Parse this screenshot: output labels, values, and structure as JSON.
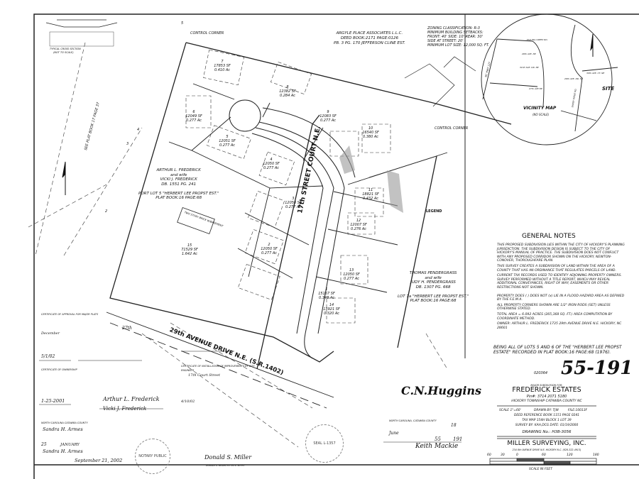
{
  "file_number": "020364",
  "plat_number": "55-191",
  "title_block": {
    "header": "MAJOR SUBDIVISION FOR:",
    "name": "FREDERICK ESTATES",
    "pin": "Pin#: 3714 2071 5180",
    "location": "HICKORY TOWNSHIP   CATAWBA COUNTY NC",
    "scale": "SCALE 1\"=60'",
    "drawn_by": "DRAWN BY: TJW",
    "file": "FILE:10013F",
    "deed_reference": "DEED REFERENCE  BOOK 1151  PAGE 0241",
    "tax_map": "TAX MAP 154H  BLOCK 1  LOT 39",
    "survey_by": "SURVEY BY: KAH,DCG  DATE: 01/19/2000",
    "drawing_no": "DRAWING No.: H3B-3056",
    "company": "MILLER SURVEYING, INC.",
    "company_address": "234 8th AVENUE DRIVE N.E. HICKORY N.C. (828-322-4913)",
    "scale_bar_ticks": [
      "60",
      "30",
      "0",
      "60",
      "120",
      "180"
    ],
    "scale_caption": "SCALE IN FEET"
  },
  "zoning": [
    "ZONING CLASSIFICATION: R-3",
    "MINIMUM BUILDING SETBACKS:",
    "FRONT: 40'  SIDE: 10'  REAR: 30'",
    "SIDE AT STREET: 20'",
    "MINIMUM LOT SIZE: 12,000 SQ. FT."
  ],
  "vicinity_map": {
    "title": "VICINITY MAP",
    "subtitle": "(NO SCALE)",
    "site_label": "SITE",
    "roads": [
      "FALLING CREEK RD.",
      "29th AVE. NE",
      "31ST AVE. DR. NE",
      "NC HWY 127",
      "27th AVE NE",
      "30th AVE. CT. NE",
      "26th AVE. DR. NE",
      "SANDY RIDGE RD."
    ]
  },
  "adjoiners": [
    {
      "lines": [
        "ARGYLE PLACE ASSOCIATES L.L.C.",
        "DEED BOOK:2171 PAGE:0126",
        "PB. 3 PG. 170 JEFFERSON CLINE EST."
      ]
    },
    {
      "lines": [
        "ARTHUR L. FREDERICK",
        "and wife",
        "VICKI J. FREDERICK",
        "DB. 1551 PG. 241",
        "",
        "PORT LOT 5 \"HERBERT LEE PROPST EST.\"",
        "PLAT BOOK:16 PAGE:68"
      ]
    },
    {
      "lines": [
        "THOMAS PENDERGRASS",
        "and wife",
        "JUDY H. PENDERGRASS",
        "DB. 1307 PG. 668",
        "",
        "LOT 7a \"HERBERT LEE PROPST EST.\"",
        "PLAT BOOK:16 PAGE:68"
      ]
    }
  ],
  "streets": {
    "court": "17th STREET COURT N.E.",
    "avenue": "29th AVENUE DRIVE N.E. (S.R.1402)"
  },
  "labels": {
    "control_corner": "CONTROL CORNER",
    "existing_house": "TWO STORY BRICK W/BASEMENT",
    "typical_section": "TYPICAL CROSS SECTION",
    "not_to_scale": "(NOT TO SCALE)",
    "lot_numbers_left": [
      "5",
      "4",
      "3",
      "2"
    ],
    "see_plat": "SEE PLAT BOOK 17 PAGE 37"
  },
  "lots": [
    {
      "no": "1",
      "sf": "15167 SF",
      "ac": "0.348 Ac"
    },
    {
      "no": "2",
      "sf": "12050 SF",
      "ac": "0.277 Ac"
    },
    {
      "no": "3",
      "sf": "12050 SF",
      "ac": "0.277 Ac"
    },
    {
      "no": "4",
      "sf": "12050 SF",
      "ac": "0.277 Ac"
    },
    {
      "no": "5",
      "sf": "12051 SF",
      "ac": "0.277 Ac"
    },
    {
      "no": "6",
      "sf": "12049 SF",
      "ac": "0.277 Ac"
    },
    {
      "no": "7",
      "sf": "17853 SF",
      "ac": "0.410 Ac"
    },
    {
      "no": "8",
      "sf": "12382 SF",
      "ac": "0.284 Ac"
    },
    {
      "no": "9",
      "sf": "12083 SF",
      "ac": "0.277 Ac"
    },
    {
      "no": "10",
      "sf": "16540 SF",
      "ac": "0.380 Ac"
    },
    {
      "no": "11",
      "sf": "18821 SF",
      "ac": "0.432 Ac"
    },
    {
      "no": "12",
      "sf": "12007 SF",
      "ac": "0.276 Ac"
    },
    {
      "no": "13",
      "sf": "12050 SF",
      "ac": "0.277 Ac"
    },
    {
      "no": "14",
      "sf": "13921 SF",
      "ac": "0.320 Ac"
    },
    {
      "no": "15",
      "sf": "71529 SF",
      "ac": "1.642 Ac"
    }
  ],
  "legend_title": "LEGEND",
  "general_notes": {
    "title": "GENERAL NOTES",
    "paragraphs": [
      "THIS PROPOSED SUBDIVISION LIES WITHIN THE CITY OF HICKORY'S PLANNING JURISDICTION. THE SUBDIVISION DESIGN IS SUBJECT TO THE CITY OF HICKORY'S MANUAL OF PRACTICE. THE SUBDIVISION DOES NOT CONFLICT WITH ANY PROPOSED CORRIDOR SHOWN ON THE HICKORY, NEWTON-CONOVER, THOROUGHFARE PLAN.",
      "THIS SURVEY CREATES A SUBDIVISION OF LAND WITHIN THE AREA OF A COUNTY THAT HAS AN ORDINANCE THAT REGULATES PARCELS OF LAND.",
      "CURRENT TAX RECORDS USED TO IDENTIFY ADJOINING PROPERTY OWNERS. SURVEY PERFORMED WITHOUT A TITLE REPORT, WHICH MAY REVEAL ADDITIONAL CONVEYANCES, RIGHT OF WAY, EASEMENTS OR OTHER RESTRICTIONS NOT SHOWN.",
      "PROPERTY DOES ( ) DOES NOT (x) LIE IN A FLOOD HAZARD AREA AS DEFINED BY THE F.E.M.A.",
      "ALL PROPERTY CORNERS SHOWN ARE 1/2\" IRON RODS (SET) UNLESS OTHERWISE STATED.",
      "TOTAL AREA = 6.092 ACRES (265,368 SQ. FT.) AREA COMPUTATION BY COORDINATE METHOD.",
      "OWNER: ARTHUR L. FREDERICK 1735 29th AVENUE DRIVE N.E. HICKORY, NC 28601"
    ],
    "being_statement": "BEING ALL OF LOTS 5 AND 6 OF THE \"HERBERT LEE PROPST ESTATE\" RECORDED IN PLAT BOOK:16 PAGE:68 (1976)."
  },
  "certificates": {
    "approval_title": "CERTIFICATE OF APPROVAL FOR MAJOR PLATS",
    "approval_meeting_day": "27th",
    "approval_month": "December",
    "approval_date": "5/1/02",
    "ownership_title": "CERTIFICATE OF OWNERSHIP",
    "ownership_date": "1-25-2001",
    "owner_signature_1": "Arthur L. Frederick",
    "owner_signature_2": "Vicki J. Frederick",
    "notary_state": "NORTH CAROLINA CATAWBA COUNTY",
    "notary_name": "Sandra H. Armes",
    "notary_day": "25",
    "notary_month": "JANUARY",
    "notary_expires": "September 21, 2002",
    "notary_seal": "NOTARY PUBLIC",
    "improvements_title": "CERTIFICATE OF INSTALLATION OF IMPROVEMENTS BY CITY ENGINEER",
    "improvements_item": "17th Court Street",
    "city_engineer_date": "4/10/02",
    "surveyor_signature": "Donald S. Miller",
    "surveyor_seal": "SEAL L-1357",
    "surveyor_caption": "DONALD S. MILLER N.C.P.L.S. #1357",
    "review_officer_signature": "C.N.Huggins",
    "register_state": "NORTH CAROLINA, CATAWBA COUNTY",
    "register_day": "18",
    "register_month": "June",
    "register_book": "55",
    "register_page": "191",
    "register_signature": "Keith Mackie"
  }
}
